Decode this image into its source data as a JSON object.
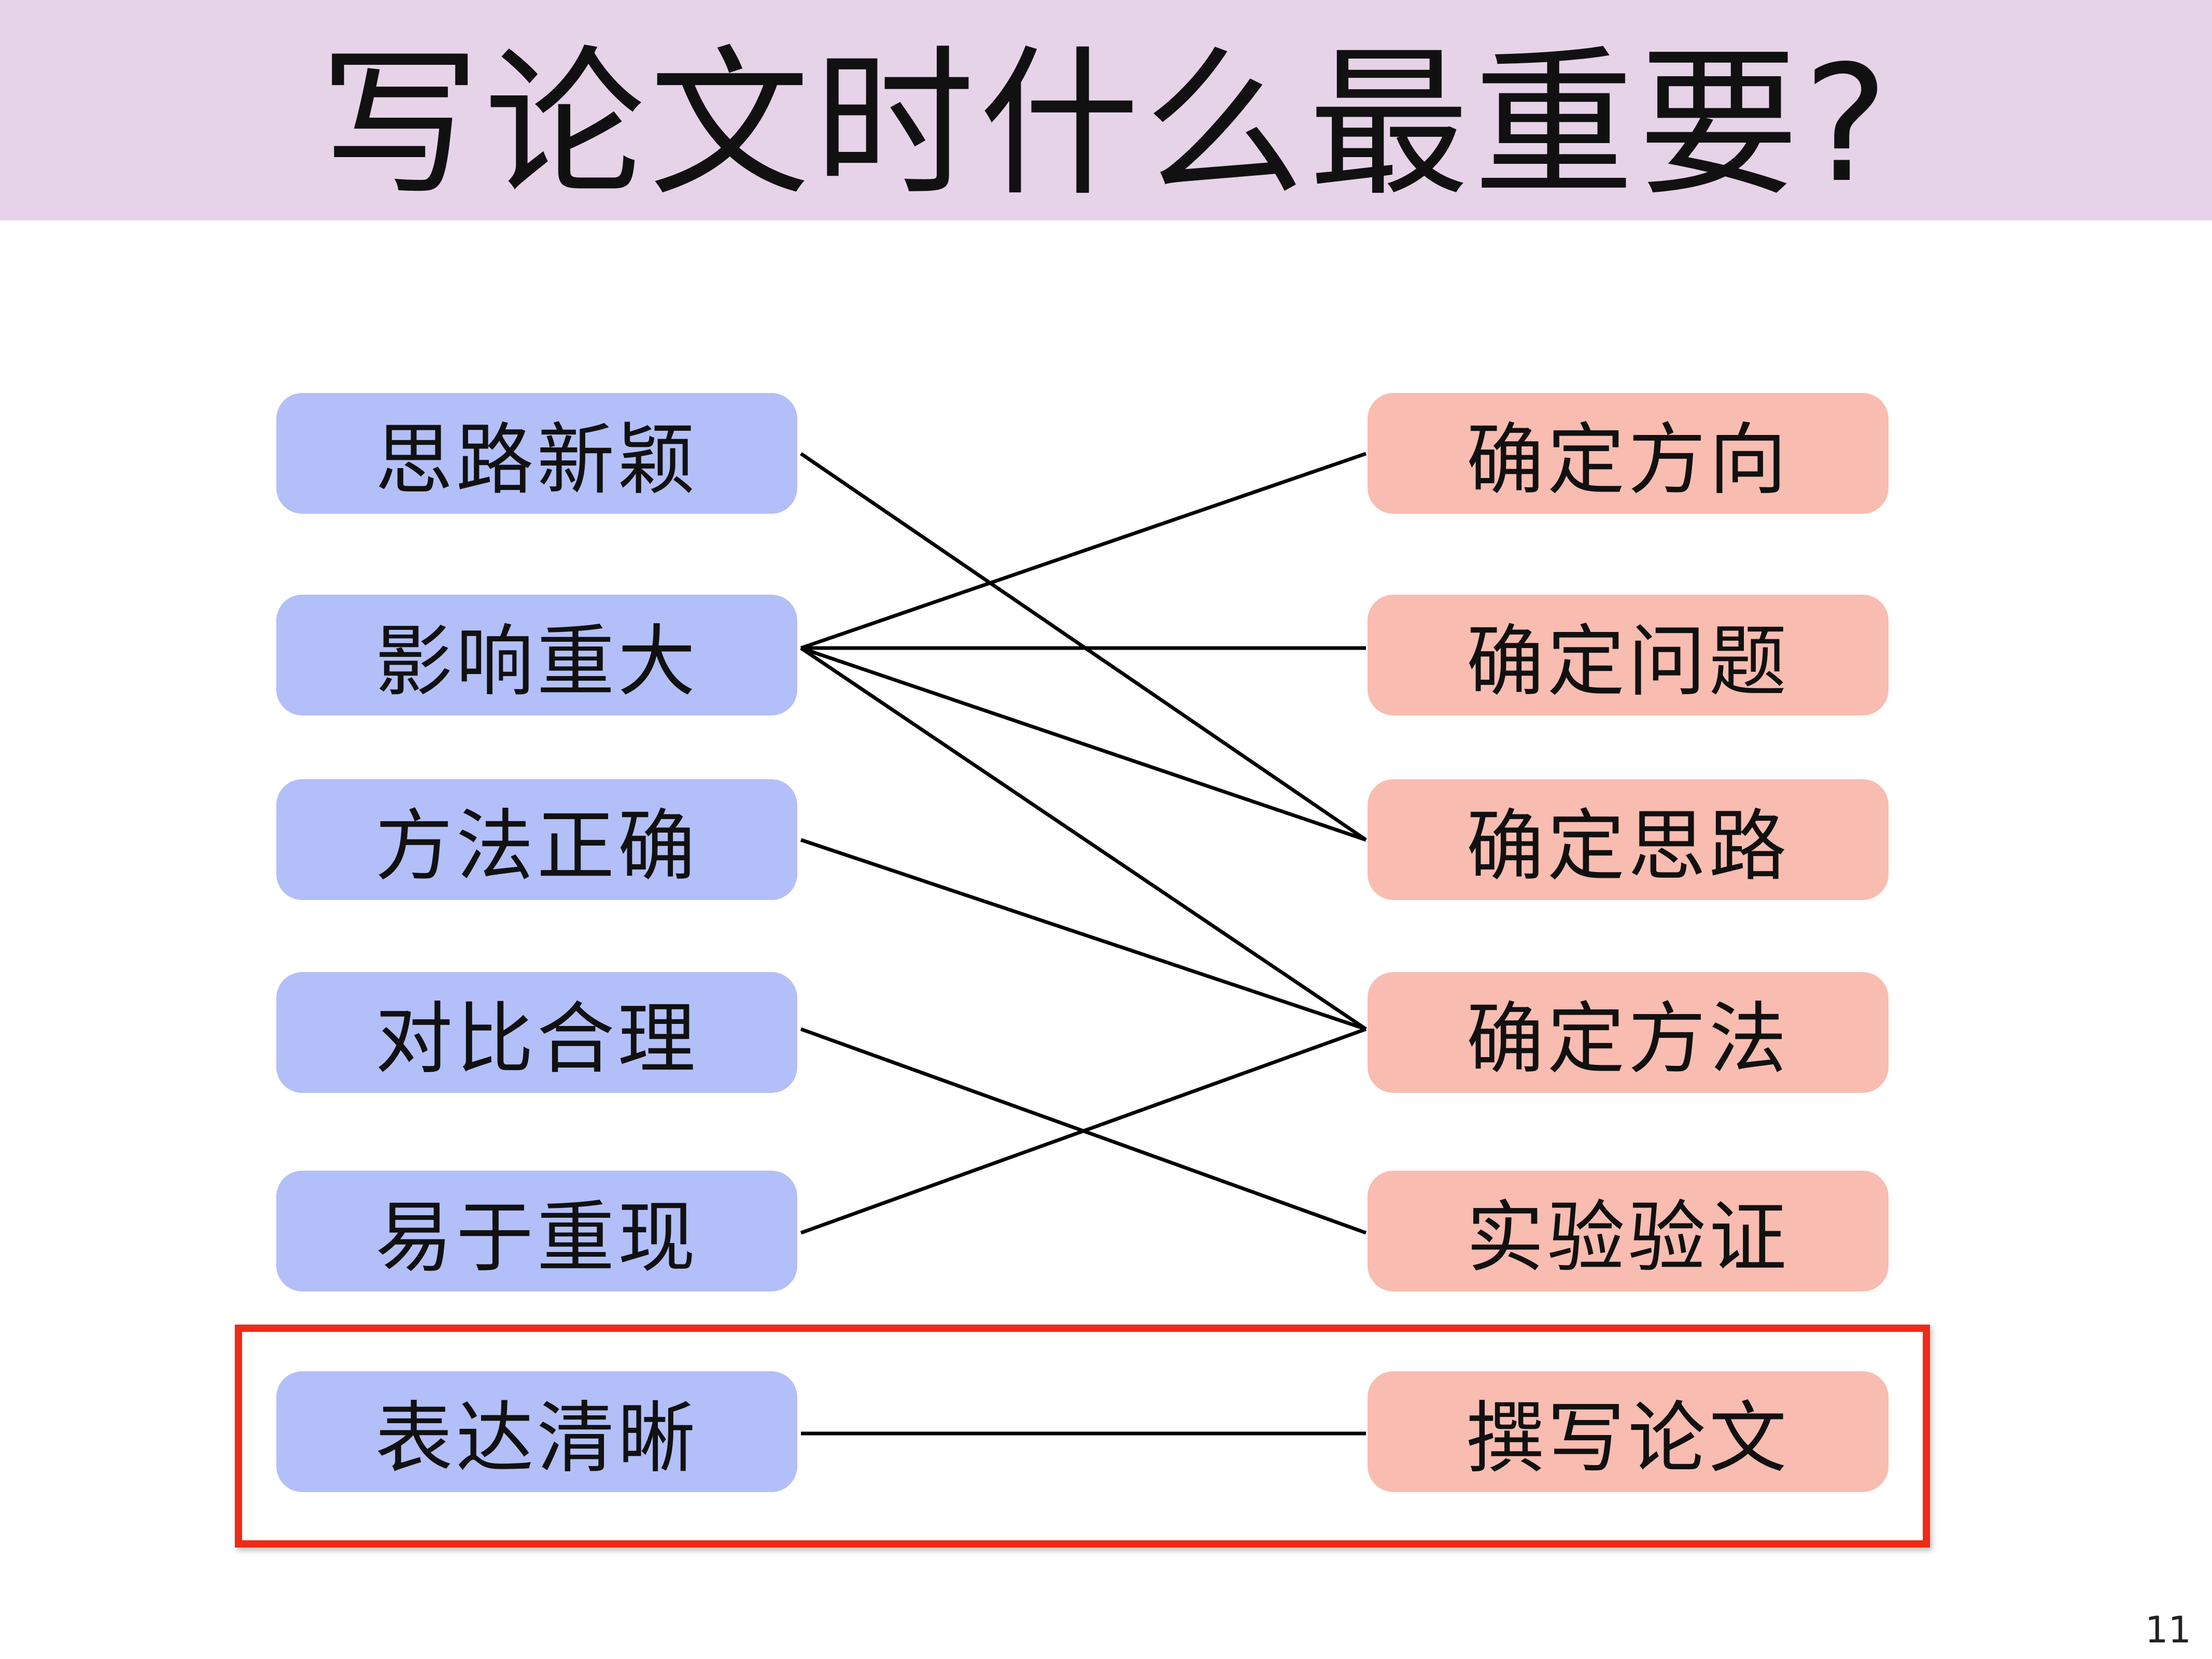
{
  "title": "写论文时什么最重要?",
  "left_items": [
    {
      "label": "思路新颖"
    },
    {
      "label": "影响重大"
    },
    {
      "label": "方法正确"
    },
    {
      "label": "对比合理"
    },
    {
      "label": "易于重现"
    },
    {
      "label": "表达清晰"
    }
  ],
  "right_items": [
    {
      "label": "确定方向"
    },
    {
      "label": "确定问题"
    },
    {
      "label": "确定思路"
    },
    {
      "label": "确定方法"
    },
    {
      "label": "实验验证"
    },
    {
      "label": "撰写论文"
    }
  ],
  "connections": [
    {
      "from": "思路新颖",
      "to": "确定思路"
    },
    {
      "from": "影响重大",
      "to": "确定方向"
    },
    {
      "from": "影响重大",
      "to": "确定问题"
    },
    {
      "from": "影响重大",
      "to": "确定思路"
    },
    {
      "from": "影响重大",
      "to": "确定方法"
    },
    {
      "from": "方法正确",
      "to": "确定方法"
    },
    {
      "from": "对比合理",
      "to": "实验验证"
    },
    {
      "from": "易于重现",
      "to": "确定方法"
    },
    {
      "from": "表达清晰",
      "to": "撰写论文"
    }
  ],
  "highlighted_pair": {
    "left": "表达清晰",
    "right": "撰写论文"
  },
  "colors": {
    "title_band": "#e6d3e8",
    "left_box": "#b3bff8",
    "right_box": "#f9bcb0",
    "highlight_border": "#ef2a17",
    "line": "#000000"
  },
  "page_number": "11"
}
